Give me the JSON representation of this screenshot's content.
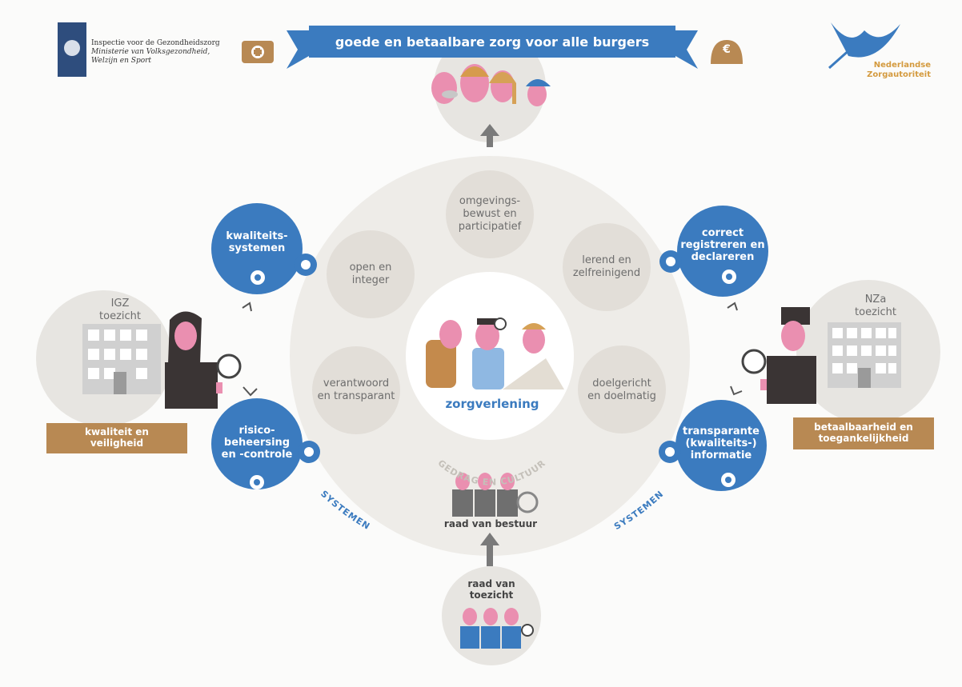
{
  "header": {
    "igz_line1": "Inspectie voor de Gezondheidszorg",
    "igz_line2": "Ministerie van Volksgezondheid,",
    "igz_line3": "Welzijn en Sport",
    "banner": "goede en betaalbare zorg voor alle burgers",
    "nza_line1": "Nederlandse",
    "nza_line2": "Zorgautoriteit",
    "euro_symbol": "€"
  },
  "center": {
    "label": "zorgverlening",
    "ring_label": "GEDRAG EN CULTUUR"
  },
  "values": {
    "top": "omgevings-\nbewust en\nparticipatief",
    "upper_left": "open en\ninteger",
    "upper_right": "lerend en\nzelfreinigend",
    "lower_left": "verantwoord\nen transparant",
    "lower_right": "doelgericht\nen doelmatig"
  },
  "systems": {
    "top_left": "kwaliteits-\nsystemen",
    "bottom_left": "risico-\nbeheersing\nen -controle",
    "top_right": "correct\nregistreren en\ndeclareren",
    "bottom_right": "transparante\n(kwaliteits-)\ninformatie",
    "arc_label_left": "SYSTEMEN",
    "arc_label_right": "SYSTEMEN"
  },
  "supervisors": {
    "igz_title": "IGZ\ntoezicht",
    "igz_focus": "kwaliteit en\nveiligheid",
    "nza_title": "NZa\ntoezicht",
    "nza_focus": "betaalbaarheid en\ntoegankelijkheid"
  },
  "governance": {
    "board": "raad van bestuur",
    "supervisory_board": "raad van\ntoezicht"
  },
  "colors": {
    "blue": "#3b7bbf",
    "light_gray": "#e7e5e1",
    "mid_gray": "#ddd9d3",
    "tan": "#b88953",
    "pink": "#ea8fb0"
  }
}
